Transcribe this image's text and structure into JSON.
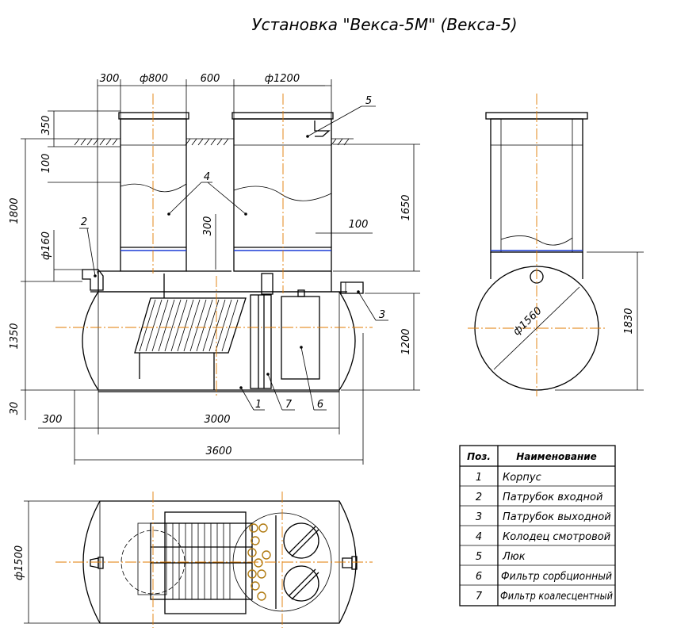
{
  "title": "Установка \"Векса-5М\" (Векса-5)",
  "front_view": {
    "dims": {
      "d300_top": "300",
      "d800": "ф800",
      "d600": "600",
      "d1200_top": "ф1200",
      "d350": "350",
      "d100_left": "100",
      "d1800": "1800",
      "d160": "ф160",
      "d300_mid": "300",
      "d1650": "1650",
      "d100_right": "100",
      "d1350": "1350",
      "d1200_right": "1200",
      "d30": "30",
      "d300_bottom": "300",
      "d3000": "3000",
      "d3600": "3600"
    },
    "callouts": [
      "1",
      "2",
      "3",
      "4",
      "5",
      "6",
      "7"
    ]
  },
  "side_view": {
    "dims": {
      "d1560": "ф1560",
      "d1830": "1830"
    }
  },
  "plan_view": {
    "dims": {
      "d1500": "ф1500"
    }
  },
  "parts_table": {
    "header": {
      "pos": "Поз.",
      "name": "Наименование"
    },
    "rows": [
      {
        "pos": "1",
        "name": "Корпус"
      },
      {
        "pos": "2",
        "name": "Патрубок входной"
      },
      {
        "pos": "3",
        "name": "Патрубок выходной"
      },
      {
        "pos": "4",
        "name": "Колодец смотровой"
      },
      {
        "pos": "5",
        "name": "Люк"
      },
      {
        "pos": "6",
        "name": "Фильтр сорбционный"
      },
      {
        "pos": "7",
        "name": "Фильтр коалесцентный"
      }
    ]
  },
  "colors": {
    "line": "#000000",
    "axis": "#e07b00",
    "highlight": "#1a3bd6",
    "filter_dots": "#b07a10"
  }
}
